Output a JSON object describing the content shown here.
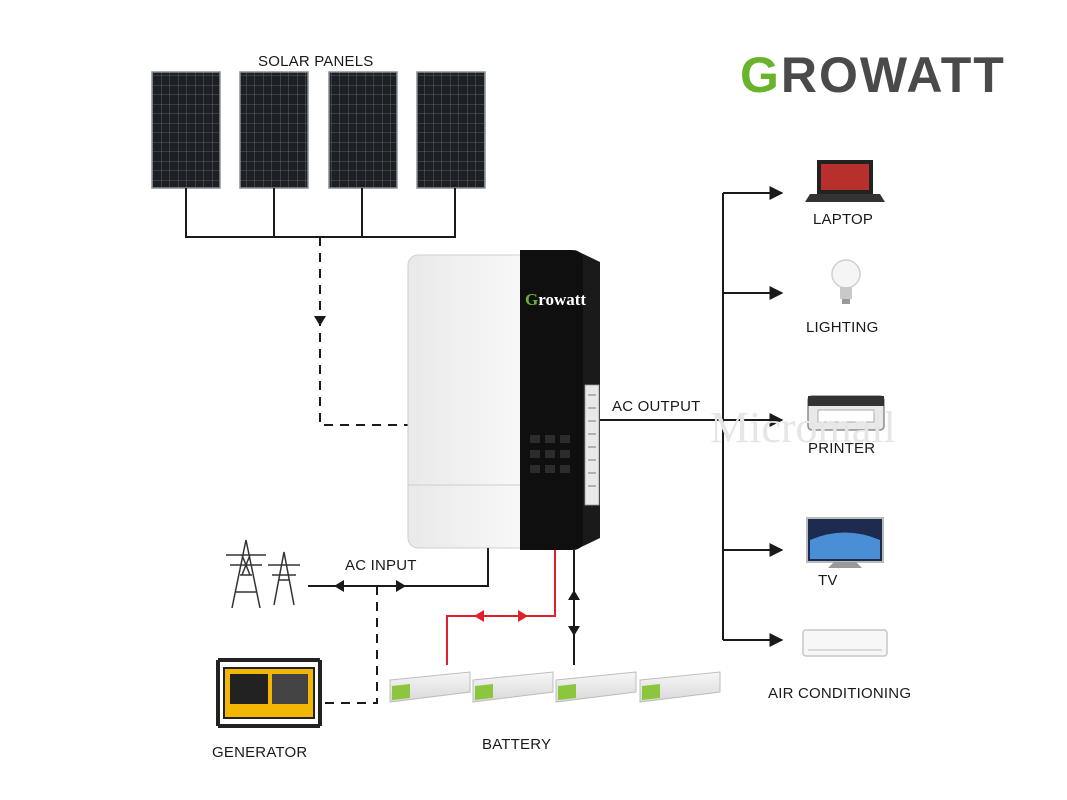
{
  "brand": {
    "logo_initial": "G",
    "logo_rest": "ROWATT",
    "inverter_initial": "G",
    "inverter_rest": "rowatt",
    "green": "#6ab42d",
    "gray": "#4a4a4a"
  },
  "watermark": "Micromall",
  "labels": {
    "solar_panels": "SOLAR PANELS",
    "ac_output": "AC OUTPUT",
    "ac_input": "AC INPUT",
    "generator": "GENERATOR",
    "battery": "BATTERY"
  },
  "loads": [
    {
      "label": "LAPTOP",
      "icon": "laptop-icon"
    },
    {
      "label": "LIGHTING",
      "icon": "light-bulb-icon"
    },
    {
      "label": "PRINTER",
      "icon": "printer-icon"
    },
    {
      "label": "TV",
      "icon": "tv-icon"
    },
    {
      "label": "AIR CONDITIONING",
      "icon": "air-conditioner-icon"
    }
  ],
  "colors": {
    "line": "#1a1a1a",
    "battery_link": "#e0202a",
    "inverter_front": "#f2f2f2",
    "inverter_panel": "#111111"
  }
}
